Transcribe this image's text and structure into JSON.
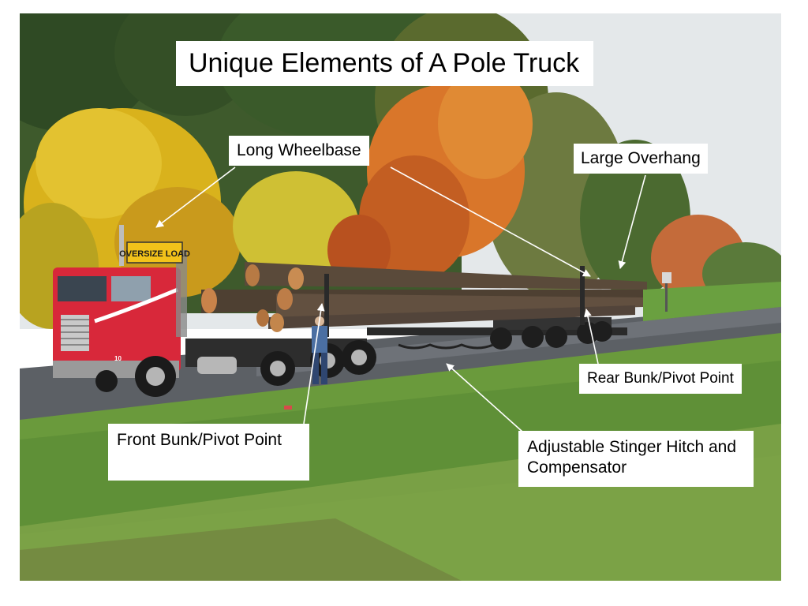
{
  "slide": {
    "title": "Unique Elements of A Pole Truck"
  },
  "photo": {
    "sign_text": "OVERSIZE LOAD",
    "cab_number": "10"
  },
  "callouts": {
    "long_wheelbase": "Long Wheelbase",
    "large_overhang": "Large Overhang",
    "rear_bunk": "Rear Bunk/Pivot Point",
    "front_bunk": "Front Bunk/Pivot Point",
    "stinger_hitch": "Adjustable Stinger Hitch and Compensator"
  },
  "colors": {
    "cab_red": "#d8283a",
    "sign_yellow": "#f2c21a",
    "log_bark": "#5a4a3a",
    "grass": "#5f9a3a",
    "sky": "#e6eaec",
    "autumn_yellow": "#d9b21c",
    "autumn_orange": "#d9762a"
  }
}
